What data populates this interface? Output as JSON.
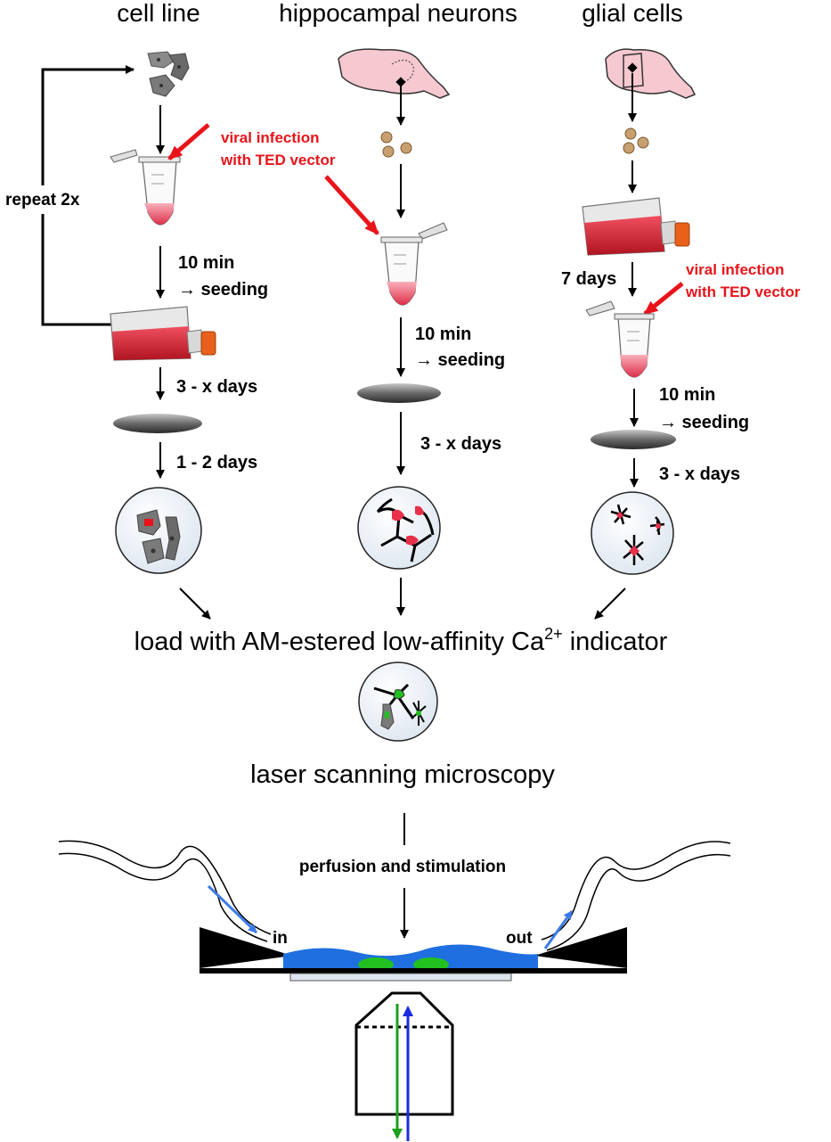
{
  "columns": {
    "cell_line": "cell line",
    "hippocampal": "hippocampal neurons",
    "glial": "glial cells"
  },
  "labels": {
    "repeat": "repeat 2x",
    "viral_1": "viral infection",
    "viral_2": "with  TED vector",
    "ten_min": "10 min",
    "seeding": "→ seeding",
    "three_x_days": "3 - x days",
    "one_two_days": "1 - 2 days",
    "seven_days": "7 days",
    "load_prefix": "load with AM-estered low-affinity Ca",
    "load_sup": "2+",
    "load_suffix": " indicator",
    "microscopy": "laser scanning microscopy",
    "perfusion": "perfusion and stimulation",
    "in": "in",
    "out": "out"
  },
  "colors": {
    "arrow_red": "#e8141a",
    "medium_red": "#e8304a",
    "flask_red": "#d81e2a",
    "cap_orange": "#e8601a",
    "cell_gray": "#7a7a7a",
    "brain_pink": "#f6c8cf",
    "neuron_tan": "#c8a070",
    "dish_fill": "#eaf0f6",
    "perfusion_blue": "#1f6fe0",
    "flow_blue": "#3d7be8",
    "excitation_green": "#1aa01a",
    "emission_blue": "#1a2ae0",
    "cell_green": "#22c020"
  }
}
